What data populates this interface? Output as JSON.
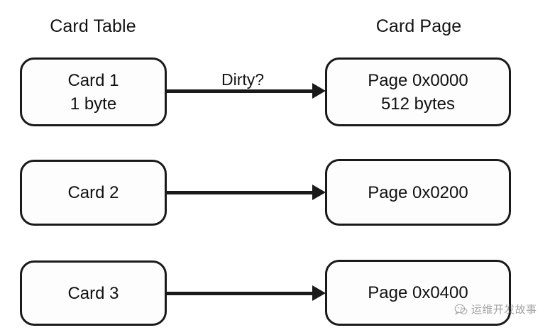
{
  "diagram": {
    "type": "block-diagram",
    "headings": {
      "left": "Card Table",
      "right": "Card Page"
    },
    "rows": [
      {
        "card": {
          "line1": "Card 1",
          "line2": "1 byte"
        },
        "page": {
          "line1": "Page 0x0000",
          "line2": "512 bytes"
        },
        "edge_label": "Dirty?"
      },
      {
        "card": {
          "line1": "Card 2",
          "line2": ""
        },
        "page": {
          "line1": "Page 0x0200",
          "line2": ""
        },
        "edge_label": ""
      },
      {
        "card": {
          "line1": "Card 3",
          "line2": ""
        },
        "page": {
          "line1": "Page 0x0400",
          "line2": ""
        },
        "edge_label": ""
      }
    ],
    "colors": {
      "stroke": "#1a1a1a",
      "box_fill": "#fdfdfd",
      "text": "#111111",
      "background": "#ffffff",
      "watermark_text": "#6b6b6b"
    }
  },
  "watermark": {
    "text": "运维开发故事",
    "icon": "chat-bubble-logo-icon"
  }
}
